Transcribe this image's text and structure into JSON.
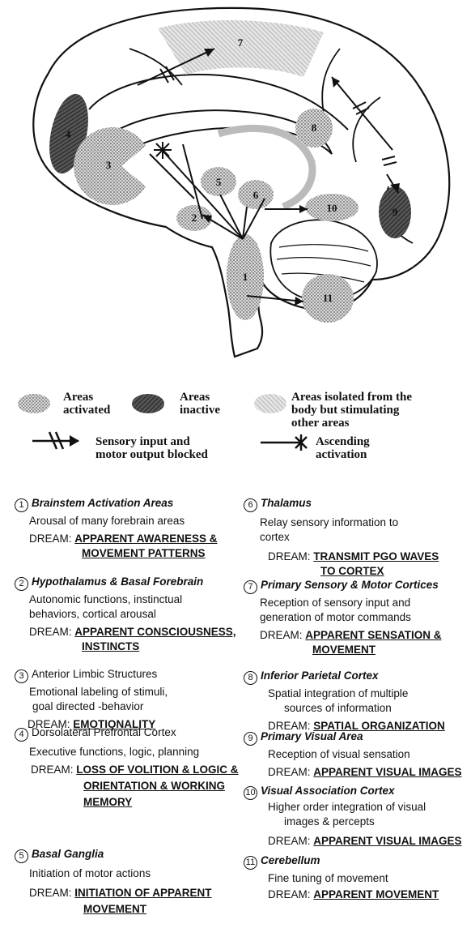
{
  "diagram": {
    "area_labels": [
      "1",
      "2",
      "3",
      "4",
      "5",
      "6",
      "7",
      "8",
      "9",
      "10",
      "11"
    ]
  },
  "legend": {
    "activated_line1": "Areas",
    "activated_line2": "activated",
    "inactive_line1": "Areas",
    "inactive_line2": "inactive",
    "isolated_line1": "Areas isolated from the",
    "isolated_line2": "body but stimulating",
    "isolated_line3": "other areas",
    "blocked_line1": "Sensory input and",
    "blocked_line2": "motor output blocked",
    "ascending_line1": "Ascending",
    "ascending_line2": "activation"
  },
  "descriptions": [
    {
      "num": "1",
      "title": "Brainstem Activation Areas",
      "body1": "Arousal of many forebrain areas",
      "body2": "",
      "dream_label": "DREAM: ",
      "dream1": "APPARENT AWARENESS &",
      "dream2": "MOVEMENT PATTERNS"
    },
    {
      "num": "2",
      "title": "Hypothalamus & Basal Forebrain",
      "body1": "Autonomic functions, instinctual",
      "body2": "behaviors, cortical arousal",
      "dream_label": "DREAM: ",
      "dream1": "APPARENT CONSCIOUSNESS,",
      "dream2": "INSTINCTS"
    },
    {
      "num": "3",
      "title": "Anterior Limbic Structures",
      "body1": "Emotional labeling of stimuli,",
      "body2": "goal directed -behavior",
      "dream_label": "DREAM: ",
      "dream1": "EMOTIONALITY",
      "dream2": ""
    },
    {
      "num": "4",
      "title": "Dorsolateral Prefrontal Cortex",
      "body1": "Executive functions, logic, planning",
      "body2": "",
      "dream_label": "DREAM: ",
      "dream1": "LOSS OF VOLITION & LOGIC &",
      "dream2": "ORIENTATION & WORKING",
      "dream3": "MEMORY"
    },
    {
      "num": "5",
      "title": "Basal Ganglia",
      "body1": "Initiation of motor actions",
      "body2": "",
      "dream_label": "DREAM: ",
      "dream1": "INITIATION OF APPARENT",
      "dream2": "MOVEMENT"
    },
    {
      "num": "6",
      "title": "Thalamus",
      "body1": "Relay sensory information to",
      "body2": "cortex",
      "dream_label": "DREAM: ",
      "dream1": "TRANSMIT PGO WAVES",
      "dream2": "TO CORTEX"
    },
    {
      "num": "7",
      "title": "Primary Sensory & Motor Cortices",
      "body1": "Reception of sensory input and",
      "body2": "generation of motor commands",
      "dream_label": "DREAM: ",
      "dream1": "APPARENT SENSATION &",
      "dream2": "MOVEMENT"
    },
    {
      "num": "8",
      "title": "Inferior Parietal Cortex",
      "body1": "Spatial integration of multiple",
      "body2": "sources of information",
      "dream_label": "DREAM: ",
      "dream1": "SPATIAL ORGANIZATION",
      "dream2": ""
    },
    {
      "num": "9",
      "title": "Primary Visual Area",
      "body1": "Reception of visual sensation",
      "body2": "",
      "dream_label": "DREAM: ",
      "dream1": "APPARENT VISUAL IMAGES",
      "dream2": ""
    },
    {
      "num": "10",
      "title": "Visual Association Cortex",
      "body1": "Higher order integration of visual",
      "body2": "images & percepts",
      "dream_label": "DREAM: ",
      "dream1": "APPARENT VISUAL IMAGES",
      "dream2": ""
    },
    {
      "num": "11",
      "title": "Cerebellum",
      "body1": "Fine tuning of movement",
      "body2": "",
      "dream_label": "DREAM: ",
      "dream1": "APPARENT MOVEMENT",
      "dream2": ""
    }
  ]
}
